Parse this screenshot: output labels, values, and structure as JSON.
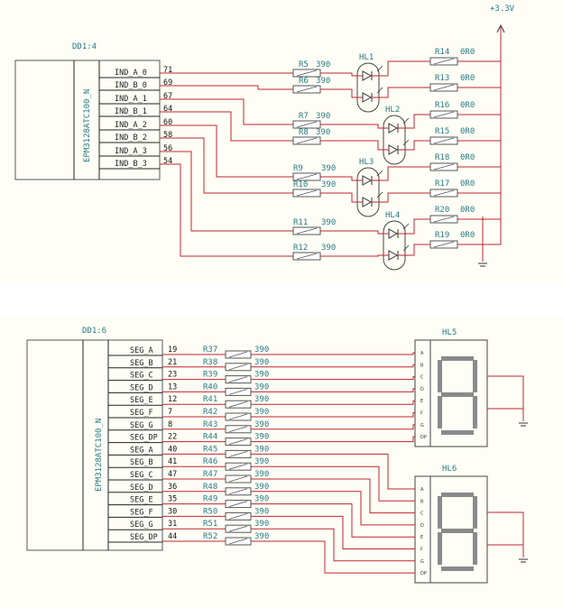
{
  "top": {
    "chip_label": "DD1:4",
    "chip_part": "EPM3128ATC100_N",
    "supply_label": "+3.3V",
    "pins": [
      {
        "name": "IND_A_0",
        "num": "71"
      },
      {
        "name": "IND_B_0",
        "num": "69"
      },
      {
        "name": "IND_A_1",
        "num": "67"
      },
      {
        "name": "IND_B_1",
        "num": "64"
      },
      {
        "name": "IND_A_2",
        "num": "60"
      },
      {
        "name": "IND_B_2",
        "num": "58"
      },
      {
        "name": "IND_A_3",
        "num": "56"
      },
      {
        "name": "IND_B_3",
        "num": "54"
      }
    ],
    "series_resistors": [
      {
        "ref": "R5",
        "value": "390"
      },
      {
        "ref": "R6",
        "value": "390"
      },
      {
        "ref": "R7",
        "value": "390"
      },
      {
        "ref": "R8",
        "value": "390"
      },
      {
        "ref": "R9",
        "value": "390"
      },
      {
        "ref": "R10",
        "value": "390"
      },
      {
        "ref": "R11",
        "value": "390"
      },
      {
        "ref": "R12",
        "value": "390"
      }
    ],
    "leds": [
      "HL1",
      "HL2",
      "HL3",
      "HL4"
    ],
    "zero_resistors": [
      {
        "ref": "R14",
        "value": "0R0"
      },
      {
        "ref": "R13",
        "value": "0R0"
      },
      {
        "ref": "R16",
        "value": "0R0"
      },
      {
        "ref": "R15",
        "value": "0R0"
      },
      {
        "ref": "R18",
        "value": "0R0"
      },
      {
        "ref": "R17",
        "value": "0R0"
      },
      {
        "ref": "R20",
        "value": "0R0"
      },
      {
        "ref": "R19",
        "value": "0R0"
      }
    ]
  },
  "bottom": {
    "chip_label": "DD1:6",
    "chip_part": "EPM3128ATC100_N",
    "pins": [
      {
        "name": "SEG_A",
        "num": "19",
        "ref": "R37",
        "value": "390"
      },
      {
        "name": "SEG_B",
        "num": "21",
        "ref": "R38",
        "value": "390"
      },
      {
        "name": "SEG_C",
        "num": "23",
        "ref": "R39",
        "value": "390"
      },
      {
        "name": "SEG_D",
        "num": "13",
        "ref": "R40",
        "value": "390"
      },
      {
        "name": "SEG_E",
        "num": "12",
        "ref": "R41",
        "value": "390"
      },
      {
        "name": "SEG_F",
        "num": "7",
        "ref": "R42",
        "value": "390"
      },
      {
        "name": "SEG_G",
        "num": "8",
        "ref": "R43",
        "value": "390"
      },
      {
        "name": "SEG_DP",
        "num": "22",
        "ref": "R44",
        "value": "390"
      },
      {
        "name": "SEG_A",
        "num": "40",
        "ref": "R45",
        "value": "390"
      },
      {
        "name": "SEG_B",
        "num": "41",
        "ref": "R46",
        "value": "390"
      },
      {
        "name": "SEG_C",
        "num": "47",
        "ref": "R47",
        "value": "390"
      },
      {
        "name": "SEG_D",
        "num": "36",
        "ref": "R48",
        "value": "390"
      },
      {
        "name": "SEG_E",
        "num": "35",
        "ref": "R49",
        "value": "390"
      },
      {
        "name": "SEG_F",
        "num": "30",
        "ref": "R50",
        "value": "390"
      },
      {
        "name": "SEG_G",
        "num": "31",
        "ref": "R51",
        "value": "390"
      },
      {
        "name": "SEG_DP",
        "num": "44",
        "ref": "R52",
        "value": "390"
      }
    ],
    "displays": [
      {
        "ref": "HL5",
        "pins": [
          "A",
          "B",
          "C",
          "D",
          "E",
          "F",
          "G",
          "DP"
        ]
      },
      {
        "ref": "HL6",
        "pins": [
          "A",
          "B",
          "C",
          "D",
          "E",
          "F",
          "G",
          "DP"
        ]
      }
    ]
  },
  "colors": {
    "wire": "#c0262c",
    "label": "#2a7a82",
    "panel": "#fefef6",
    "segment": "#8a8a8a"
  }
}
